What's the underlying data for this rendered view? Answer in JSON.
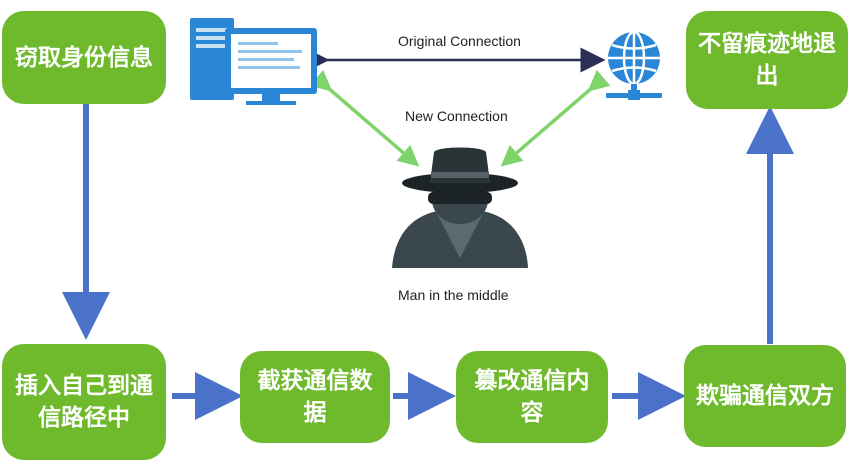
{
  "steps": {
    "steal_info": "窃取身份信息",
    "insert_path": "插入自己到通信路径中",
    "intercept": "截获通信数据",
    "tamper": "篡改通信内容",
    "deceive": "欺骗通信双方",
    "exit": "不留痕迹地退出"
  },
  "illustration": {
    "original_connection": "Original Connection",
    "new_connection": "New Connection",
    "mitm_caption": "Man in the middle",
    "computer_icon": "computer-icon",
    "network_icon": "globe-network-icon",
    "attacker_icon": "hacker-icon"
  },
  "colors": {
    "box_green": "#6fba2c",
    "flow_arrow_blue": "#4a72c9",
    "new_conn_green": "#7ed36a",
    "orig_conn_navy": "#2b2f56",
    "icon_blue": "#2a86d6",
    "hacker_dark": "#2f3a3f"
  }
}
